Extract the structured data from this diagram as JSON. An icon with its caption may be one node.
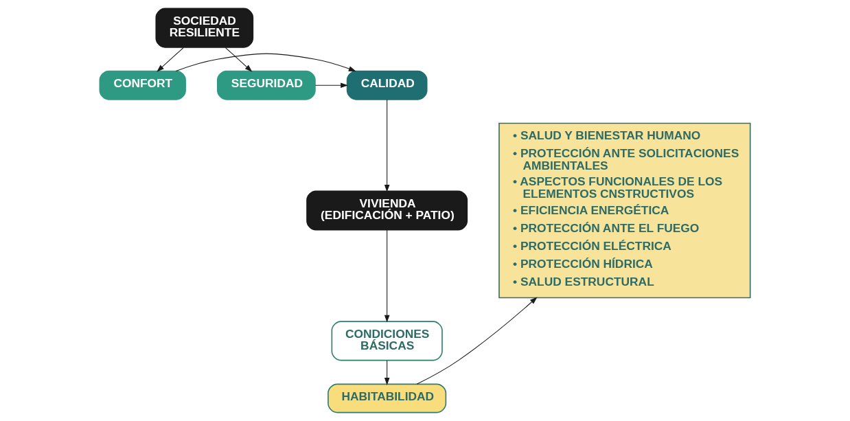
{
  "diagram": {
    "nodes": [
      {
        "text": [
          "SOCIEDAD RESILIENTE"
        ]
      },
      {
        "text": [
          "CONFORT"
        ]
      },
      {
        "text": [
          "CALIDAD"
        ]
      },
      {
        "text": [
          "SEGURIDAD"
        ]
      },
      {
        "text": [
          "VIVIENDA (EDIFICACIÓN + PATIO)"
        ]
      },
      {
        "text": [
          "CONDICIONES BÁSICAS"
        ]
      },
      {
        "text": [
          "HABITABILIDAD"
        ]
      },
      {
        "text": [
          "• SALUD Y BIENESTAR HUMANO",
          "• PROTECCIÓN ANTE SOLICITACIONES AMBIENTALES",
          "• ASPECTOS FUNCIONALES DE LOS ELEMENTOS CNSTRUCTIVOS",
          "• EFICIENCIA ENERGÉTICA",
          "• PROTECCIÓN ANTE EL FUEGO",
          "• PROTECCIÓN ELÉCTRICA",
          "• PROTECCIÓN HÍDRICA",
          "• SALUD ESTRUCTURAL"
        ]
      }
    ],
    "edges": [
      {
        "from": 0,
        "to": 1,
        "arrow": "to"
      },
      {
        "from": 0,
        "to": 3,
        "arrow": "to"
      },
      {
        "from": 1,
        "to": 2,
        "arrow": "to"
      },
      {
        "from": 3,
        "to": 2,
        "arrow": "to"
      },
      {
        "from": 2,
        "to": 4,
        "arrow": "to"
      },
      {
        "from": 4,
        "to": 5,
        "arrow": "to"
      },
      {
        "from": 5,
        "to": 6,
        "arrow": "to"
      },
      {
        "from": 6,
        "to": 7,
        "arrow": "to"
      }
    ]
  }
}
